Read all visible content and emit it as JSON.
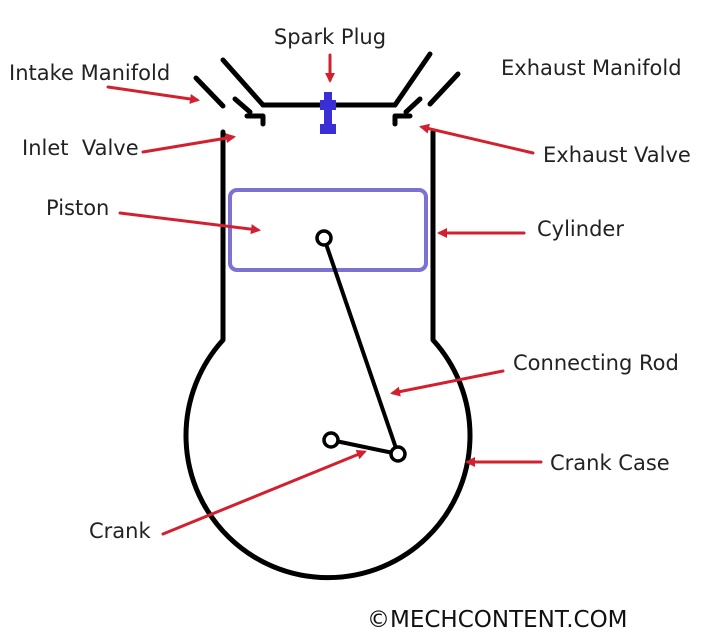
{
  "labels": {
    "spark_plug": "Spark Plug",
    "intake_manifold": "Intake Manifold",
    "exhaust_manifold": "Exhaust Manifold",
    "inlet_valve": "Inlet  Valve",
    "exhaust_valve": "Exhaust Valve",
    "piston": "Piston",
    "cylinder": "Cylinder",
    "connecting_rod": "Connecting Rod",
    "crank_case": "Crank Case",
    "crank": "Crank"
  },
  "credit": "©MECHCONTENT.COM",
  "colors": {
    "arrow": "#d2202f",
    "piston_outline": "#7b72d4",
    "spark_plug": "#3a2fd6",
    "body_outline": "#000000"
  }
}
